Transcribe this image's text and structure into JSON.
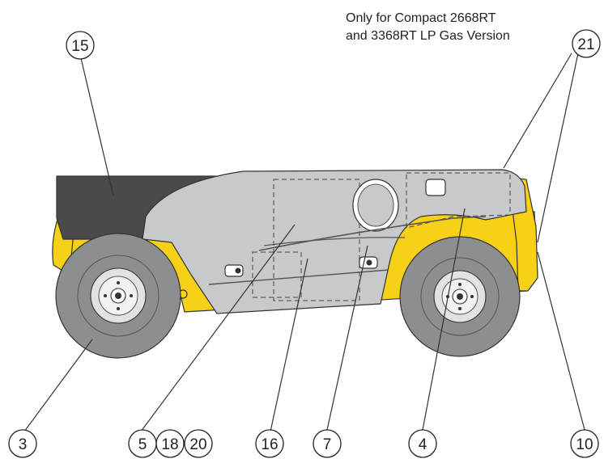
{
  "note": {
    "line1": "Only for Compact 2668RT",
    "line2": "and 3368RT LP Gas Version"
  },
  "callouts": {
    "c3": "3",
    "c4": "4",
    "c5": "5",
    "c7": "7",
    "c10": "10",
    "c15": "15",
    "c16": "16",
    "c18": "18",
    "c20": "20",
    "c21": "21"
  },
  "colors": {
    "chassis_yellow": "#f7d117",
    "body_panel_grey": "#c8c9cb",
    "engine_cover_dark": "#4a4a4c",
    "tire_grey": "#8d8e90",
    "outline": "#333333"
  }
}
